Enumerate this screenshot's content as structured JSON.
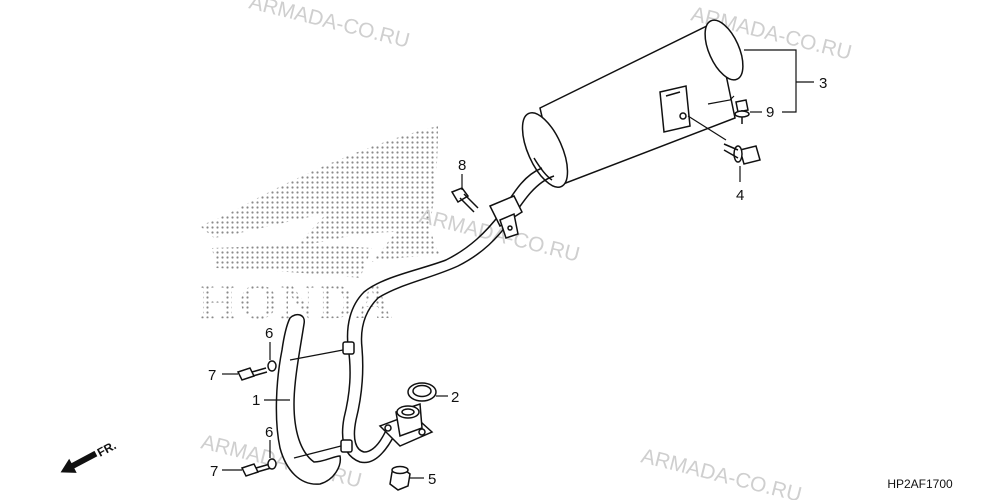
{
  "watermark": "ARMADA-CO.RU",
  "logo": {
    "brand": "HONDA"
  },
  "diagram_code": "HP2AF1700",
  "direction_label": "FR.",
  "callouts": [
    "1",
    "2",
    "3",
    "4",
    "5",
    "6",
    "6",
    "7",
    "7",
    "8",
    "9"
  ],
  "colors": {
    "line": "#111111",
    "watermark": "#cfcfcf",
    "logo_dots": "#8a8a8a"
  }
}
